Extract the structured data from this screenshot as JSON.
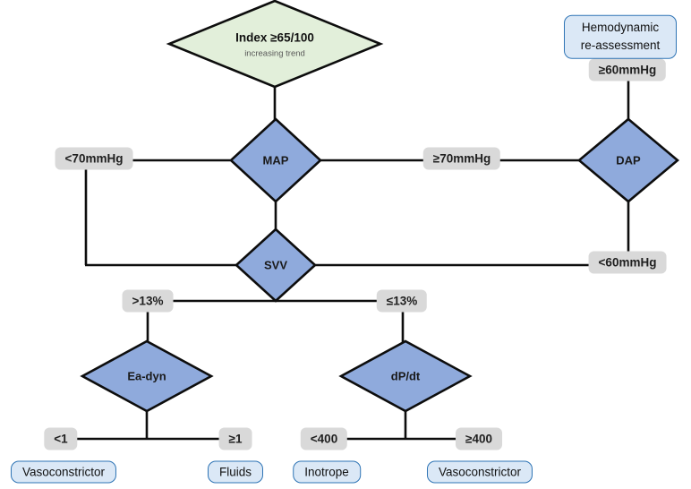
{
  "colors": {
    "start_node_fill": "#e2efda",
    "decision_node_fill": "#8faadc",
    "node_border": "#0d0d0d",
    "branch_label_bg": "#d9d9d9",
    "outcome_bg": "#dbe8f6",
    "outcome_border": "#2e74b5",
    "connector": "#0d0d0d"
  },
  "nodes": {
    "index": {
      "title": "Index ≥65/100",
      "subtitle": "increasing trend"
    },
    "map": "MAP",
    "dap": "DAP",
    "svv": "SVV",
    "eadyn": "Ea-dyn",
    "dpdt": "dP/dt"
  },
  "branch_labels": {
    "map_low": "<70mmHg",
    "map_high": "≥70mmHg",
    "dap_high": "≥60mmHg",
    "dap_low": "<60mmHg",
    "svv_high": ">13%",
    "svv_low": "≤13%",
    "eadyn_low": "<1",
    "eadyn_high": "≥1",
    "dpdt_low": "<400",
    "dpdt_high": "≥400"
  },
  "outcomes": {
    "reassessment": "Hemodynamic re-assessment",
    "vasoconstrictor_left": "Vasoconstrictor",
    "fluids": "Fluids",
    "inotrope": "Inotrope",
    "vasoconstrictor_right": "Vasoconstrictor"
  }
}
